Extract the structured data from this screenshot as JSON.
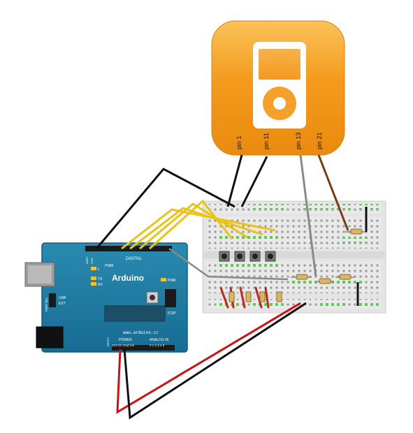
{
  "colors": {
    "ipod_orange": "#f39a1c",
    "ipod_orange_light": "#f8b84c",
    "arduino_blue": "#1f7fa6",
    "arduino_blue_dark": "#176a8c",
    "breadboard": "#e7e7e7",
    "wire_black": "#111111",
    "wire_red": "#cc1111",
    "wire_yellow": "#e9c316",
    "wire_gray": "#8a8a8a",
    "wire_brown": "#7a3d12",
    "hole_green": "#5fc95f"
  },
  "icons": {
    "ipod": "ipod-icon",
    "usb": "usb-connector-icon",
    "power_jack": "power-jack-icon"
  },
  "ipod_pins": [
    {
      "label": "pin 1"
    },
    {
      "label": "pin 11"
    },
    {
      "label": "pin 13"
    },
    {
      "label": "pin 21"
    }
  ],
  "arduino": {
    "logo": "Arduino",
    "website": "www.arduino.cc",
    "digital_label": "DIGITAL",
    "pwm_label": "PWM",
    "power_label": "POWER",
    "analog_label": "ANALOG IN",
    "icsp_label": "ICSP",
    "usb_label": "USB",
    "ext_label": "EXT",
    "pwr_sel_label": "PWR SEL",
    "tx_label": "TX",
    "rx_label": "RX",
    "l_label": "L",
    "pwr_led_label": "PWR",
    "aref_label": "AREF",
    "gnd_label": "GND",
    "reset_label": "RESET",
    "power_pins": "3V3 5V Gnd Vin",
    "analog_pins": "0 1 2 3 4 5"
  }
}
